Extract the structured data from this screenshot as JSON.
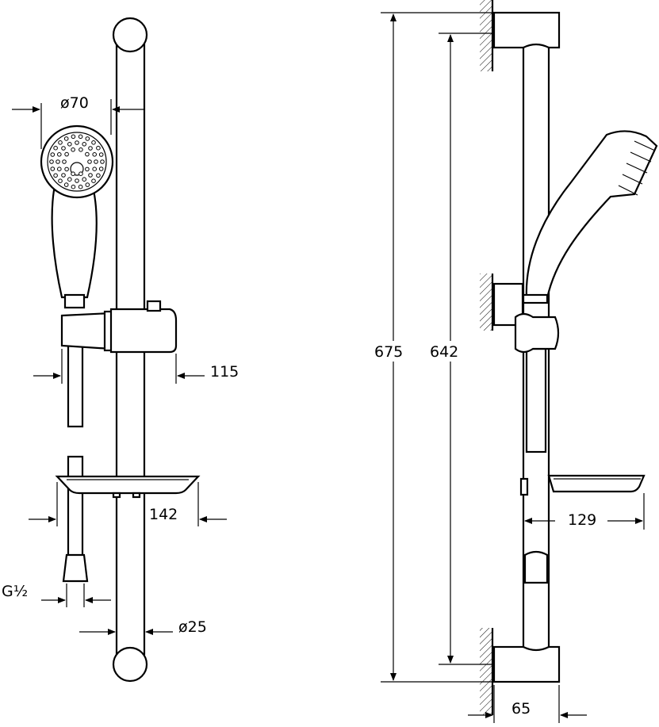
{
  "dimensions": {
    "head_diameter": "ø70",
    "slider_projection": "115",
    "soap_dish_left": "142",
    "hose_thread": "G½",
    "rail_diameter": "ø25",
    "overall_height": "675",
    "fixing_centres": "642",
    "soap_dish_side": "129",
    "wall_depth": "65"
  }
}
